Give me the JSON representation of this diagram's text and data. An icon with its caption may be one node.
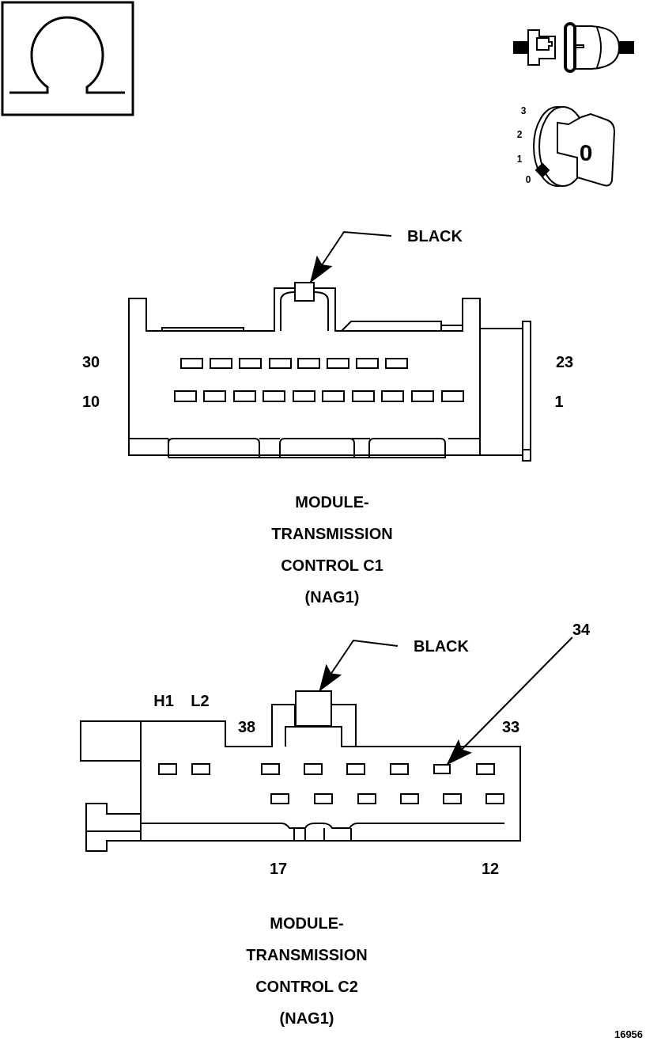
{
  "diagram": {
    "nodes": [
      {
        "text": [
          "BLACK"
        ]
      },
      {
        "text": [],
        "shape": "box"
      },
      {
        "text": [
          "BLACK"
        ]
      },
      {
        "text": [],
        "shape": "box"
      },
      {
        "text": [
          "34"
        ]
      },
      {
        "text": [],
        "shape": "box"
      }
    ],
    "edges": [
      {
        "from": 0,
        "to": 1,
        "arrow": "to"
      },
      {
        "from": 2,
        "to": 3,
        "arrow": "to"
      },
      {
        "from": 4,
        "to": 5,
        "arrow": "to"
      }
    ],
    "labels": [
      "3",
      "2",
      "0",
      "1",
      "0",
      "30",
      "23",
      "10",
      "1",
      "MODULE- TRANSMISSION CONTROL C1 (NAG1)",
      "H1",
      "L2",
      "38",
      "33",
      "17",
      "12",
      "MODULE- TRANSMISSION CONTROL C2 (NAG1)",
      "16956"
    ]
  }
}
